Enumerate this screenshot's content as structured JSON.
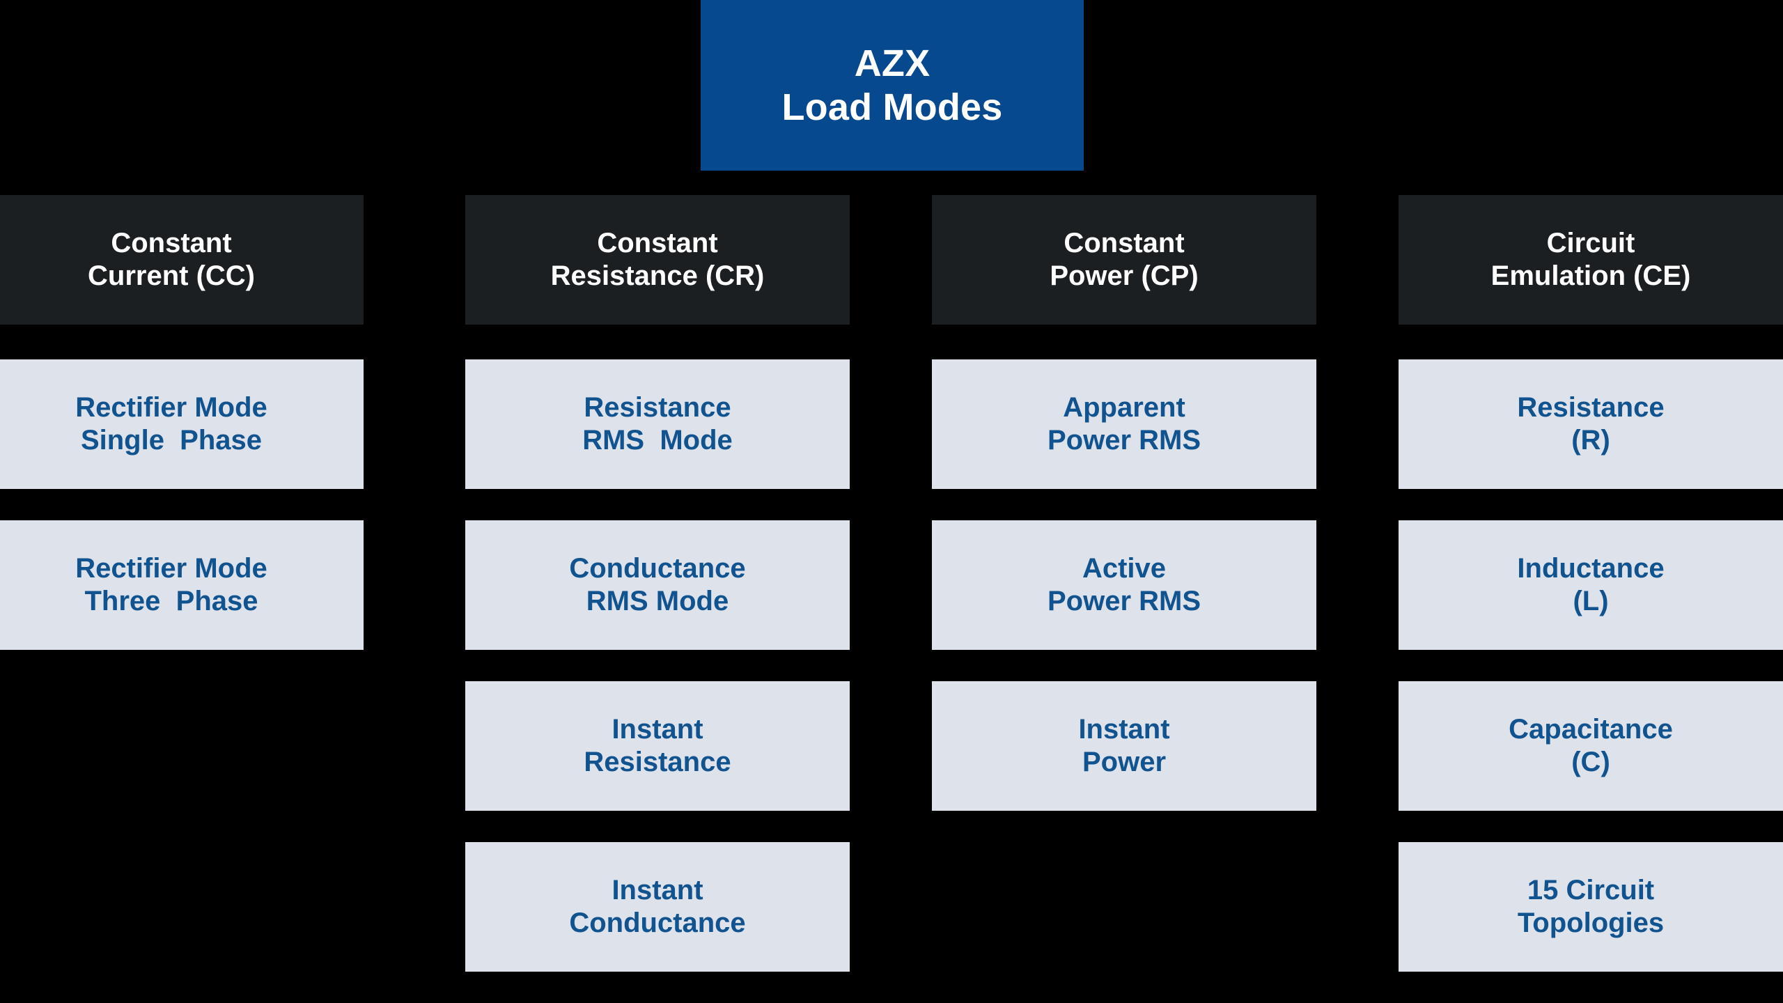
{
  "diagram": {
    "title": "AZX Load Modes",
    "colors": {
      "background": "#000000",
      "root_fill": "#06498f",
      "root_text": "#ffffff",
      "category_fill": "#1b1f22",
      "category_text": "#ffffff",
      "leaf_fill": "#dee2eb",
      "leaf_text": "#11538f"
    },
    "root": {
      "line1": "AZX",
      "line2": "Load Modes"
    },
    "columns": [
      {
        "header": {
          "line1": "Constant",
          "line2": "Current (CC)"
        },
        "items": [
          {
            "line1": "Rectifier Mode",
            "line2": "Single  Phase"
          },
          {
            "line1": "Rectifier Mode",
            "line2": "Three  Phase"
          }
        ]
      },
      {
        "header": {
          "line1": "Constant",
          "line2": "Resistance (CR)"
        },
        "items": [
          {
            "line1": "Resistance",
            "line2": "RMS  Mode"
          },
          {
            "line1": "Conductance",
            "line2": "RMS Mode"
          },
          {
            "line1": "Instant",
            "line2": "Resistance"
          },
          {
            "line1": "Instant",
            "line2": "Conductance"
          }
        ]
      },
      {
        "header": {
          "line1": "Constant",
          "line2": "Power (CP)"
        },
        "items": [
          {
            "line1": "Apparent",
            "line2": "Power RMS"
          },
          {
            "line1": "Active",
            "line2": "Power RMS"
          },
          {
            "line1": "Instant",
            "line2": "Power"
          }
        ]
      },
      {
        "header": {
          "line1": "Circuit",
          "line2": "Emulation (CE)"
        },
        "items": [
          {
            "line1": "Resistance",
            "line2": "(R)"
          },
          {
            "line1": "Inductance",
            "line2": "(L)"
          },
          {
            "line1": "Capacitance",
            "line2": "(C)"
          },
          {
            "line1": "15 Circuit",
            "line2": "Topologies"
          }
        ]
      }
    ]
  }
}
